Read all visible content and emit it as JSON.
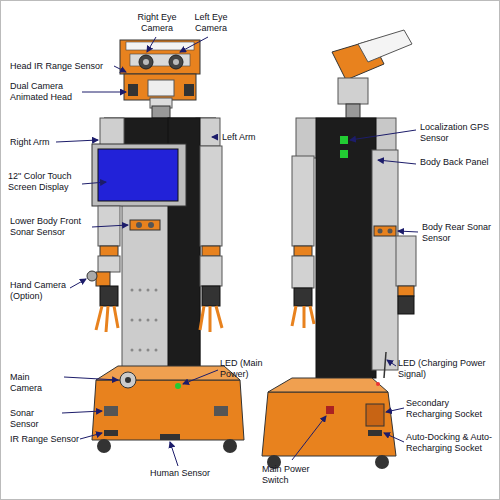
{
  "diagram": {
    "labels": [
      "Right Eye Camera",
      "Left Eye Camera",
      "Head IR Range Sensor",
      "Dual Camera Animated Head",
      "Right Arm",
      "Left Arm",
      "12\" Color Touch Screen Display",
      "Lower Body Front Sonar Sensor",
      "Hand Camera (Option)",
      "Main Camera",
      "LED (Main Power)",
      "Sonar Sensor",
      "IR Range Sensor",
      "Human Sensor",
      "Localization GPS Sensor",
      "Body Back Panel",
      "Body Rear Sonar Sensor",
      "LED (Charging Power Signal)",
      "Secondary Recharging Socket",
      "Auto-Docking & Auto-Recharging Socket",
      "Main Power Switch"
    ]
  }
}
